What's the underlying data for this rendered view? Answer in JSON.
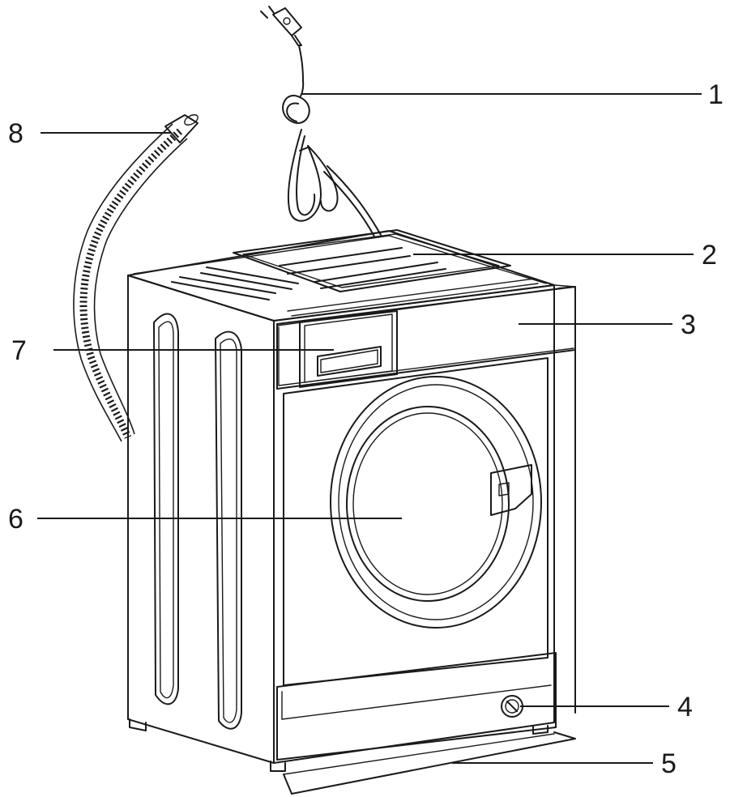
{
  "callouts": [
    {
      "id": "1",
      "label": "1"
    },
    {
      "id": "2",
      "label": "2"
    },
    {
      "id": "3",
      "label": "3"
    },
    {
      "id": "4",
      "label": "4"
    },
    {
      "id": "5",
      "label": "5"
    },
    {
      "id": "6",
      "label": "6"
    },
    {
      "id": "7",
      "label": "7"
    },
    {
      "id": "8",
      "label": "8"
    }
  ],
  "colors": {
    "ink": "#1a1a1a",
    "background": "#ffffff"
  }
}
